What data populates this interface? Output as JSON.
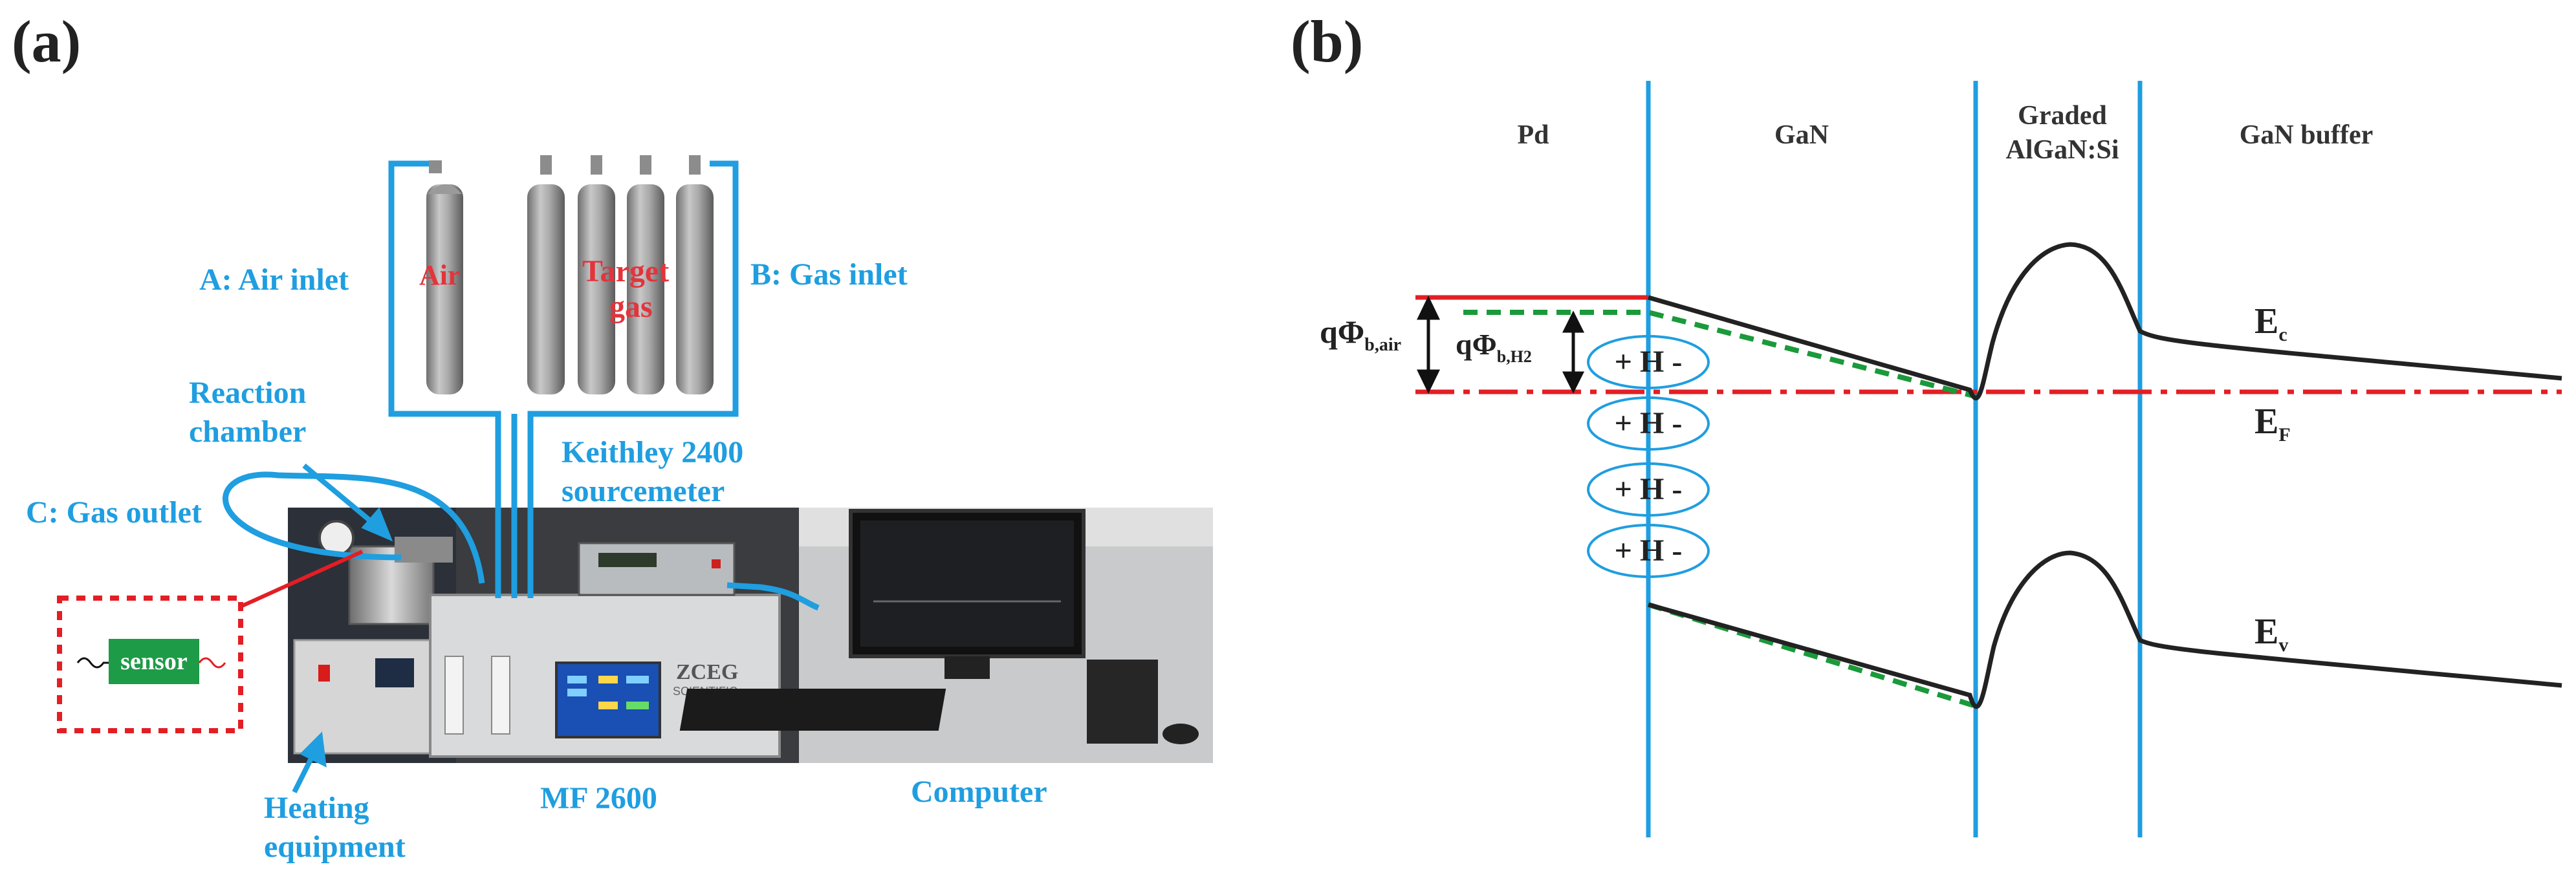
{
  "panel_a": {
    "label": "(a)",
    "air_inlet": "A: Air inlet",
    "gas_inlet": "B: Gas inlet",
    "gas_outlet": "C: Gas outlet",
    "air_cylinder_text": "Air",
    "target_gas_line1": "Target",
    "target_gas_line2": "gas",
    "reaction_chamber_line1": "Reaction",
    "reaction_chamber_line2": "chamber",
    "keithley_line1": "Keithley 2400",
    "keithley_line2": "sourcemeter",
    "sensor": "sensor",
    "mf_brand_line1": "ZCEG",
    "mf_brand_line2": "SCIENTIFIC",
    "mf_label": "MF 2600",
    "heating_line1": "Heating",
    "heating_line2": "equipment",
    "computer": "Computer"
  },
  "panel_b": {
    "label": "(b)",
    "regions": [
      "Pd",
      "GaN",
      "Graded",
      "AlGaN:Si",
      "GaN buffer"
    ],
    "q_phi_air_main": "qΦ",
    "q_phi_air_sub": "b,air",
    "q_phi_h2_main": "qΦ",
    "q_phi_h2_sub": "b,H2",
    "h_label": "+ H -",
    "ec_main": "E",
    "ec_sub": "c",
    "ef_main": "E",
    "ef_sub": "F",
    "ev_main": "E",
    "ev_sub": "v"
  },
  "colors": {
    "accent_blue": "#1f9ee0",
    "red": "#e31e24",
    "green_dashed": "#1a9a3a",
    "band_black": "#222222",
    "label_red": "#e3343c"
  }
}
